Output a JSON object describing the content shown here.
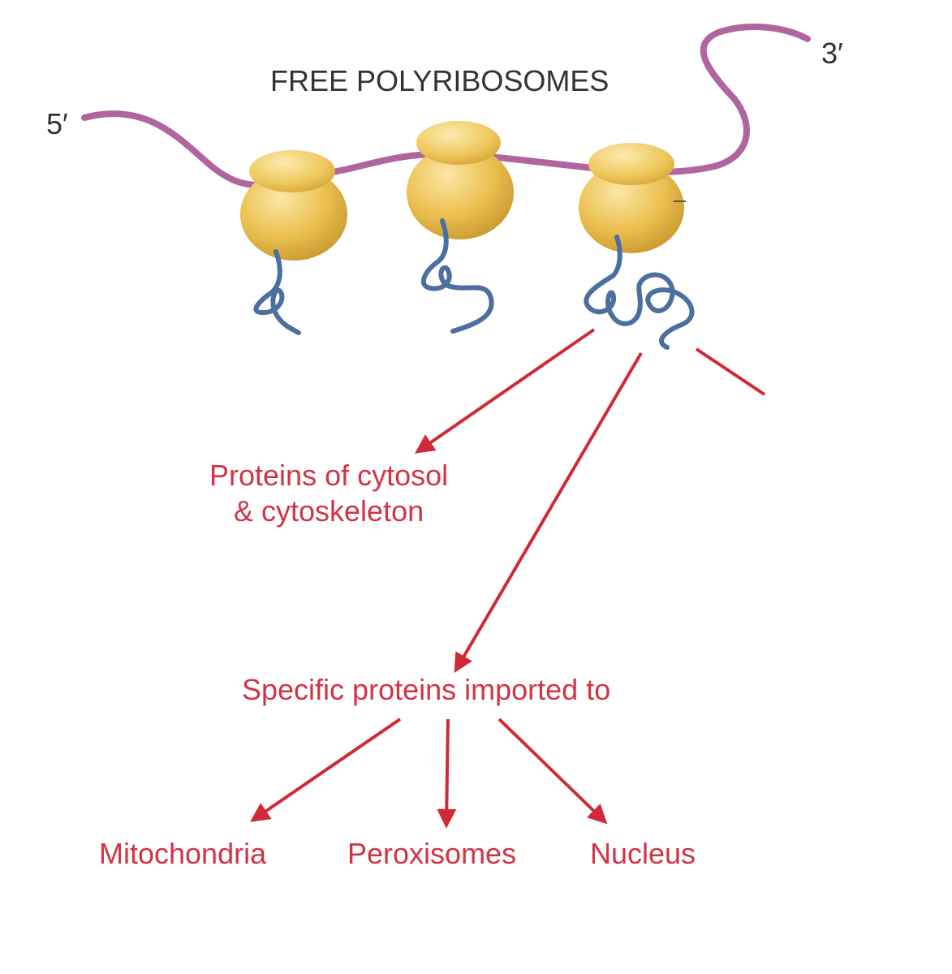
{
  "title": "FREE POLYRIBOSOMES",
  "mrna": {
    "five_prime_label": "5′",
    "three_prime_label": "3′"
  },
  "destinations": {
    "cytosol_line1": "Proteins of cytosol",
    "cytosol_line2": "& cytoskeleton",
    "imported_heading": "Specific proteins imported to",
    "mitochondria": "Mitochondria",
    "peroxisomes": "Peroxisomes",
    "nucleus": "Nucleus"
  },
  "colors": {
    "mrna": "#b0659e",
    "ribosome": "#e8b945",
    "ribosome_light": "#f7dc8a",
    "ribosome_dark": "#b98a21",
    "protein_chain": "#4a6fa0",
    "arrow_red": "#cf2a36",
    "label_red": "#d13445",
    "label_dark": "#333333"
  },
  "icons": {
    "ribosome": "ribosome-icon",
    "protein": "polypeptide-chain-icon",
    "arrow": "arrow-icon"
  }
}
